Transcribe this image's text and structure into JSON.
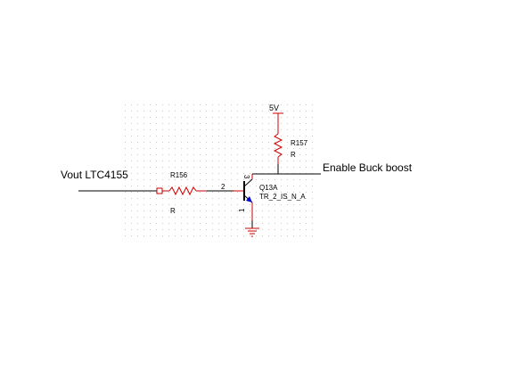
{
  "schematic": {
    "input_net": "Vout LTC4155",
    "output_net": "Enable Buck boost",
    "supply": "5V",
    "r156": {
      "ref": "R156",
      "value": "R"
    },
    "r157": {
      "ref": "R157",
      "value": "R"
    },
    "q13": {
      "ref": "Q13A",
      "part": "TR_2_IS_N_A",
      "pin_base": "2",
      "pin_collector": "3",
      "pin_emitter": "1"
    }
  },
  "colors": {
    "wire": "#000000",
    "component": "#cc0000",
    "grid": "#c8c8c8",
    "background": "#ffffff"
  }
}
